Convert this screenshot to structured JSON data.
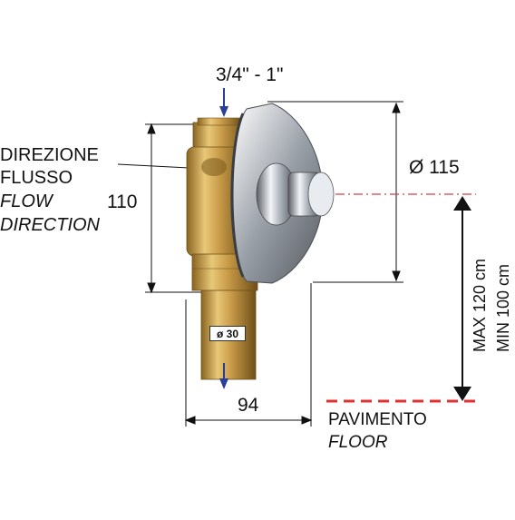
{
  "labels": {
    "inlet_size": "3/4\" - 1\"",
    "flow_it_1": "DIREZIONE",
    "flow_it_2": "FLUSSO",
    "flow_en_1": "FLOW",
    "flow_en_2": "DIRECTION",
    "height": "110",
    "diameter": "Ø 115",
    "outlet": "ø 30",
    "width": "94",
    "max_height": "MAX  120 cm",
    "min_height": "MIN  100 cm",
    "floor_it": "PAVIMENTO",
    "floor_en": "FLOOR"
  },
  "colors": {
    "arrow_blue": "#2a3f9a",
    "floor_red": "#e03030",
    "axis_red": "#d04040",
    "brass": "#c8a050",
    "chrome": "#c9ced6"
  }
}
